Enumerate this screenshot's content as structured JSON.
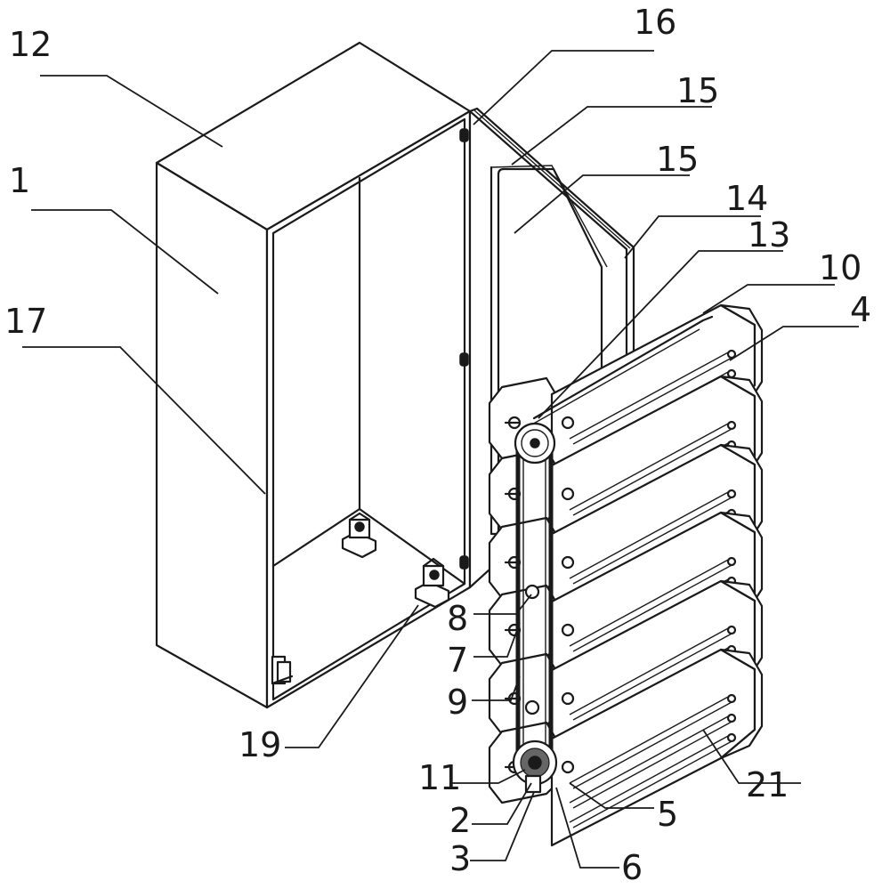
{
  "labels": [
    {
      "id": "12",
      "text": "12"
    },
    {
      "id": "16",
      "text": "16"
    },
    {
      "id": "15a",
      "text": "15"
    },
    {
      "id": "15b",
      "text": "15"
    },
    {
      "id": "14",
      "text": "14"
    },
    {
      "id": "13",
      "text": "13"
    },
    {
      "id": "10",
      "text": "10"
    },
    {
      "id": "4",
      "text": "4"
    },
    {
      "id": "1",
      "text": "1"
    },
    {
      "id": "17",
      "text": "17"
    },
    {
      "id": "8",
      "text": "8"
    },
    {
      "id": "7",
      "text": "7"
    },
    {
      "id": "9",
      "text": "9"
    },
    {
      "id": "19",
      "text": "19"
    },
    {
      "id": "11",
      "text": "11"
    },
    {
      "id": "2",
      "text": "2"
    },
    {
      "id": "3",
      "text": "3"
    },
    {
      "id": "21",
      "text": "21"
    },
    {
      "id": "5",
      "text": "5"
    },
    {
      "id": "6",
      "text": "6"
    }
  ]
}
